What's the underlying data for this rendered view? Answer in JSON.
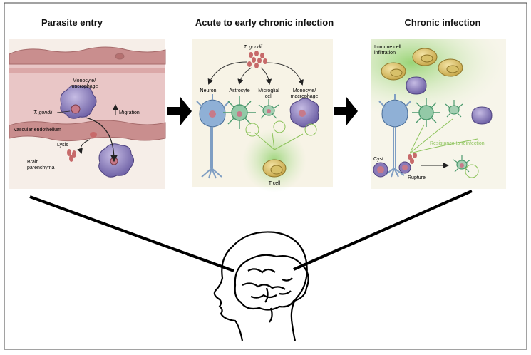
{
  "titles": {
    "entry": "Parasite entry",
    "acute": "Acute to early chronic infection",
    "chronic": "Chronic infection"
  },
  "entry_panel": {
    "monocyte": "Monocyte/",
    "macrophage": "macrophage",
    "tgondii": "T. gondii",
    "migration": "Migration",
    "vascular": "Vascular endothelium",
    "lysis": "Lysis",
    "brain": "Brain",
    "parenchyma": "parenchyma"
  },
  "acute_panel": {
    "tgondii": "T. gondii",
    "neuron": "Neuron",
    "astrocyte": "Astrocyte",
    "microglial": "Microglial",
    "cell": "cell",
    "monocyte": "Monocyte/",
    "macrophage": "macrophage",
    "tcell": "T cell"
  },
  "chronic_panel": {
    "immune": "Immune cell",
    "infiltration": "infiltration",
    "resistance": "Resistance to reinfection",
    "cyst": "Cyst",
    "rupture": "Rupture"
  },
  "colors": {
    "vessel": "#e9c8c4",
    "panel_bg": "#f4eedd",
    "glow": "#a6d88a",
    "monocyte": "#8a7ab8",
    "neuron": "#7f9ec3",
    "parasite": "#c76a6a"
  }
}
